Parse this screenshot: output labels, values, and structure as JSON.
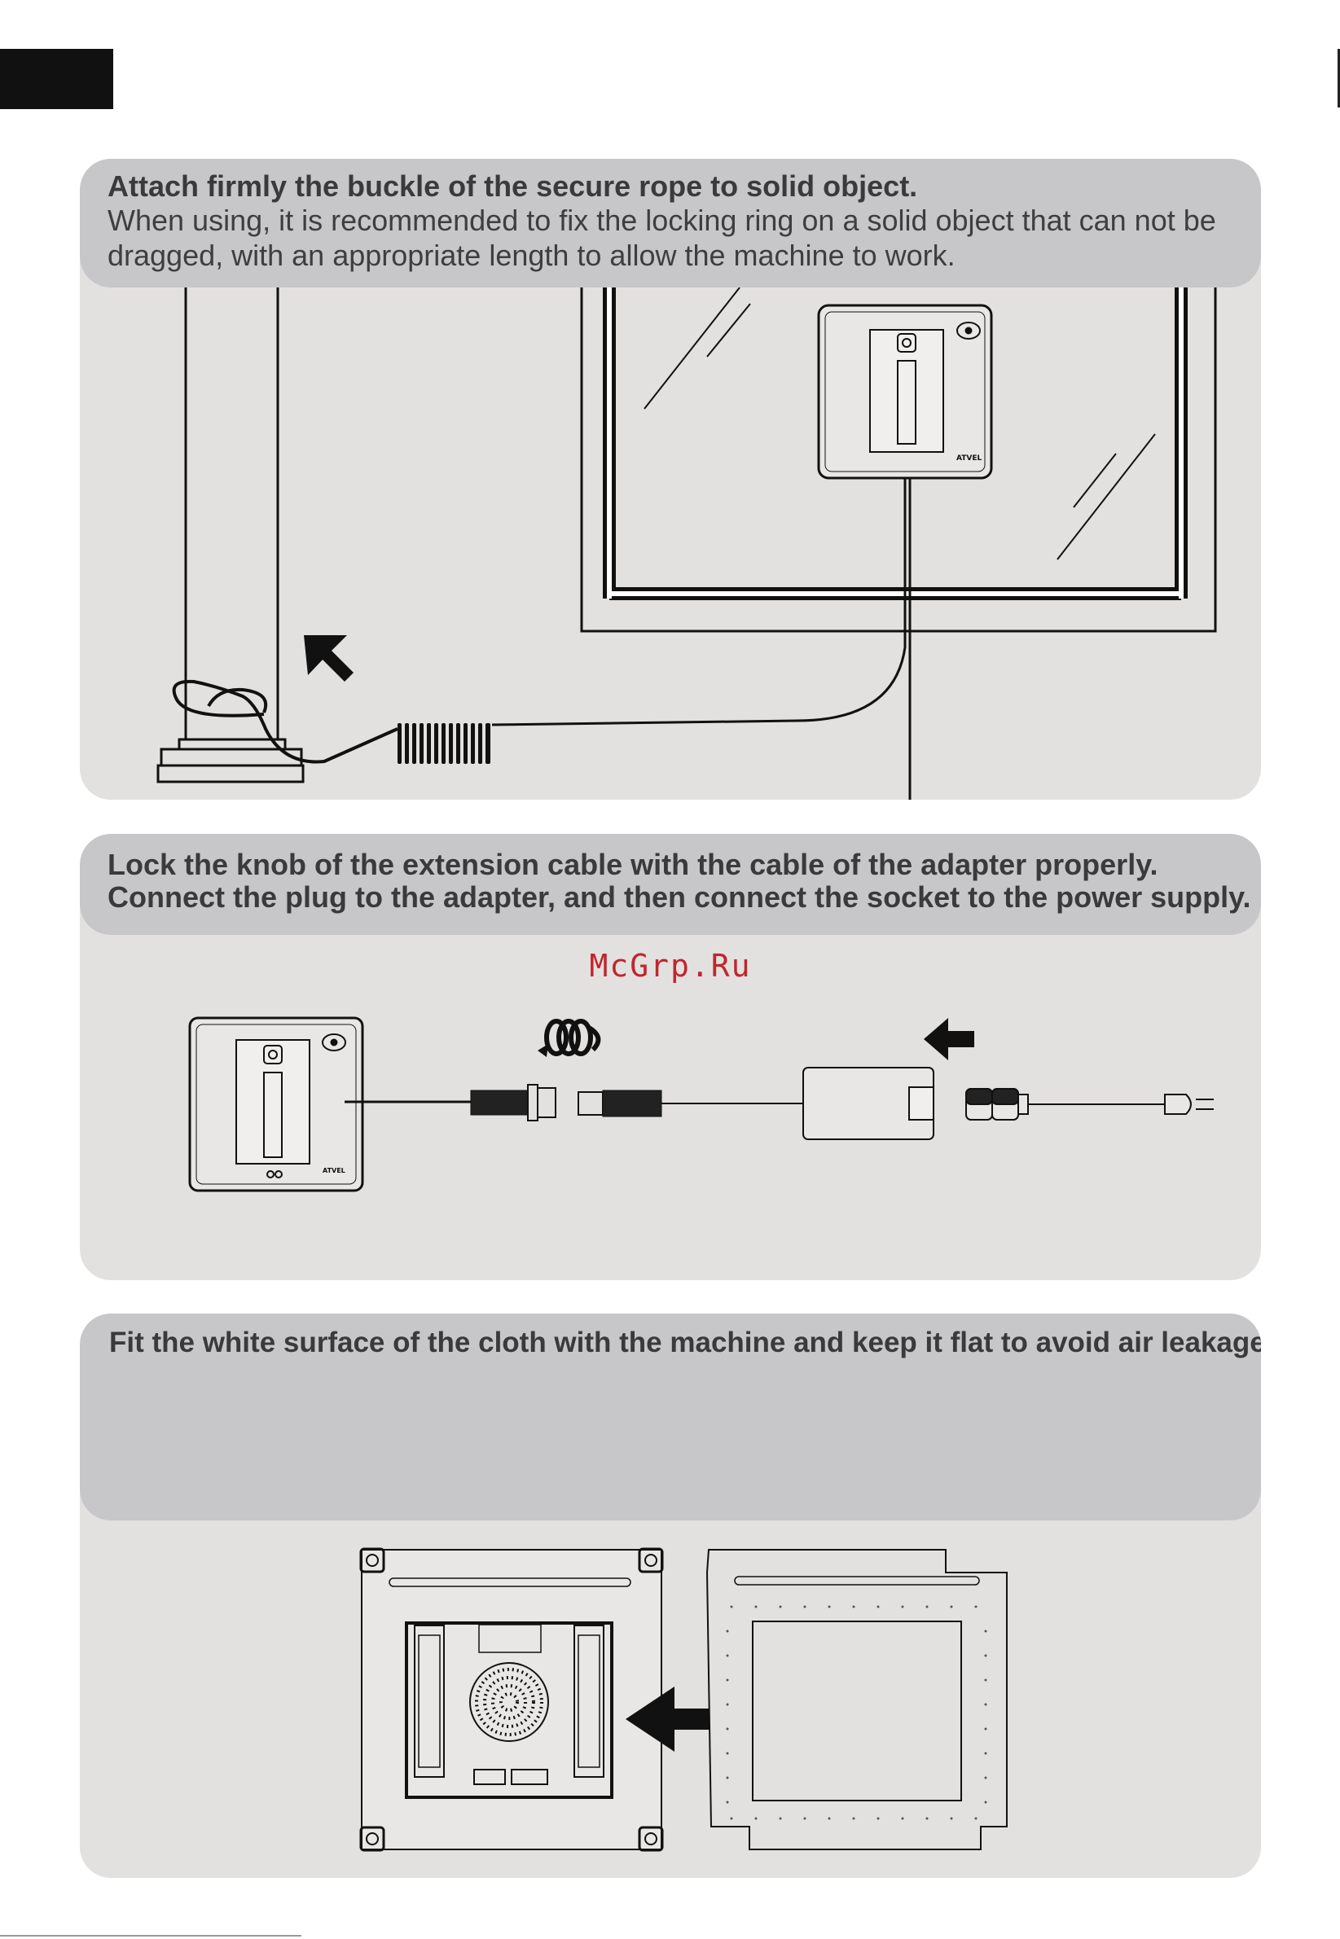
{
  "sections": [
    {
      "title": "Attach firmly the buckle of the secure rope to solid object.",
      "body": "When using, it is recommended to fix the locking ring on a solid object that can not be dragged, with an appropriate length to allow the machine to work."
    },
    {
      "title_line1": "Lock the knob of the extension cable with the cable of the adapter properly.",
      "title_line2": "Connect the plug to the adapter, and then connect the socket to the power supply."
    },
    {
      "title": "Fit the white surface of the cloth with the machine and keep it flat to avoid air leakage."
    }
  ],
  "watermark": "McGrp.Ru",
  "brand_mark": "ATVEL",
  "colors": {
    "panel": "#e3e1df",
    "panel_header": "#c7c7c9",
    "watermark": "#c0262d"
  }
}
